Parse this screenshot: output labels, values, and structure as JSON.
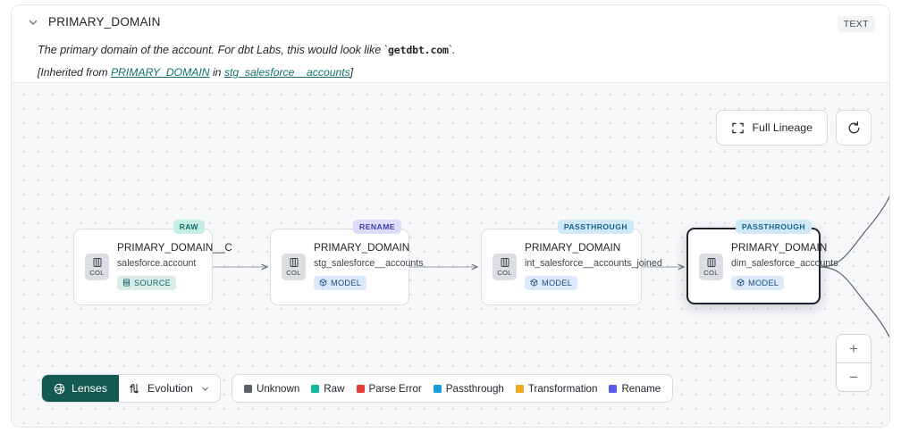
{
  "header": {
    "title": "PRIMARY_DOMAIN",
    "type_badge": "TEXT",
    "chevron_icon": "chevron-down-icon",
    "description_pre": "The primary domain of the account. For dbt Labs, this would look like `",
    "description_code": "getdbt.com",
    "description_post": "`.",
    "inherited_prefix": "[Inherited from ",
    "inherited_column": "PRIMARY_DOMAIN",
    "inherited_middle": " in ",
    "inherited_model": "stg_salesforce__accounts",
    "inherited_suffix": "]"
  },
  "toolbar": {
    "full_lineage_label": "Full Lineage",
    "full_lineage_icon": "expand-corners-icon",
    "refresh_icon": "refresh-icon",
    "zoom_in_label": "+",
    "zoom_out_label": "−"
  },
  "bottom_bar": {
    "lenses_label": "Lenses",
    "lenses_icon": "lens-aperture-icon",
    "evolution_label": "Evolution",
    "evolution_icon": "evolution-arrows-icon",
    "evolution_chevron_icon": "chevron-down-icon",
    "legend": [
      {
        "label": "Unknown",
        "color": "#5b616b"
      },
      {
        "label": "Raw",
        "color": "#14b89a"
      },
      {
        "label": "Parse Error",
        "color": "#e23c3c"
      },
      {
        "label": "Passthrough",
        "color": "#1b9bd8"
      },
      {
        "label": "Transformation",
        "color": "#f0a81e"
      },
      {
        "label": "Rename",
        "color": "#5b5be8"
      }
    ]
  },
  "lineage": {
    "nodes": [
      {
        "badge": "RAW",
        "badge_bg": "#c7eee4",
        "badge_color": "#0f6c64",
        "col_label": "COL",
        "col_icon": "column-icon",
        "title": "PRIMARY_DOMAIN__C",
        "subtitle": "salesforce.account",
        "type_label": "SOURCE",
        "type_icon": "database-icon",
        "type_class": "source",
        "selected": false
      },
      {
        "badge": "RENAME",
        "badge_bg": "#dcdcfa",
        "badge_color": "#3c3ca8",
        "col_label": "COL",
        "col_icon": "column-icon",
        "title": "PRIMARY_DOMAIN",
        "subtitle": "stg_salesforce__accounts",
        "type_label": "MODEL",
        "type_icon": "cube-icon",
        "type_class": "model",
        "selected": false
      },
      {
        "badge": "PASSTHROUGH",
        "badge_bg": "#cfe9f8",
        "badge_color": "#17628c",
        "col_label": "COL",
        "col_icon": "column-icon",
        "title": "PRIMARY_DOMAIN",
        "subtitle": "int_salesforce__accounts_joined",
        "type_label": "MODEL",
        "type_icon": "cube-icon",
        "type_class": "model",
        "selected": false
      },
      {
        "badge": "PASSTHROUGH",
        "badge_bg": "#cfe9f8",
        "badge_color": "#17628c",
        "col_label": "COL",
        "col_icon": "column-icon",
        "title": "PRIMARY_DOMAIN",
        "subtitle": "dim_salesforce_accounts",
        "type_label": "MODEL",
        "type_icon": "cube-icon",
        "type_class": "model",
        "selected": true
      }
    ]
  }
}
